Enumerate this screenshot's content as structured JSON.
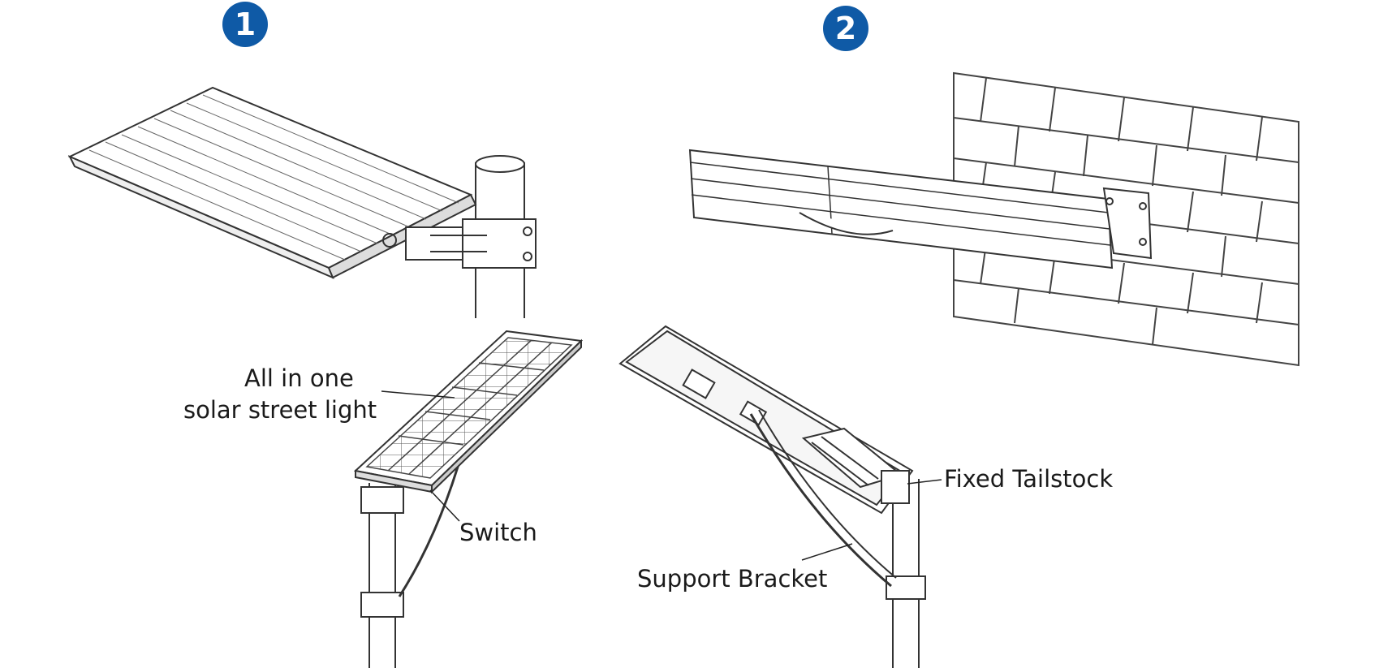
{
  "badges": {
    "one": "1",
    "two": "2"
  },
  "labels": {
    "all_in_one_line1": "All in one",
    "all_in_one_line2": "solar street light",
    "switch": "Switch",
    "fixed_tailstock": "Fixed Tailstock",
    "support_bracket": "Support Bracket"
  },
  "colors": {
    "badge": "#0f5aa6",
    "ink": "#1a1a1a"
  }
}
